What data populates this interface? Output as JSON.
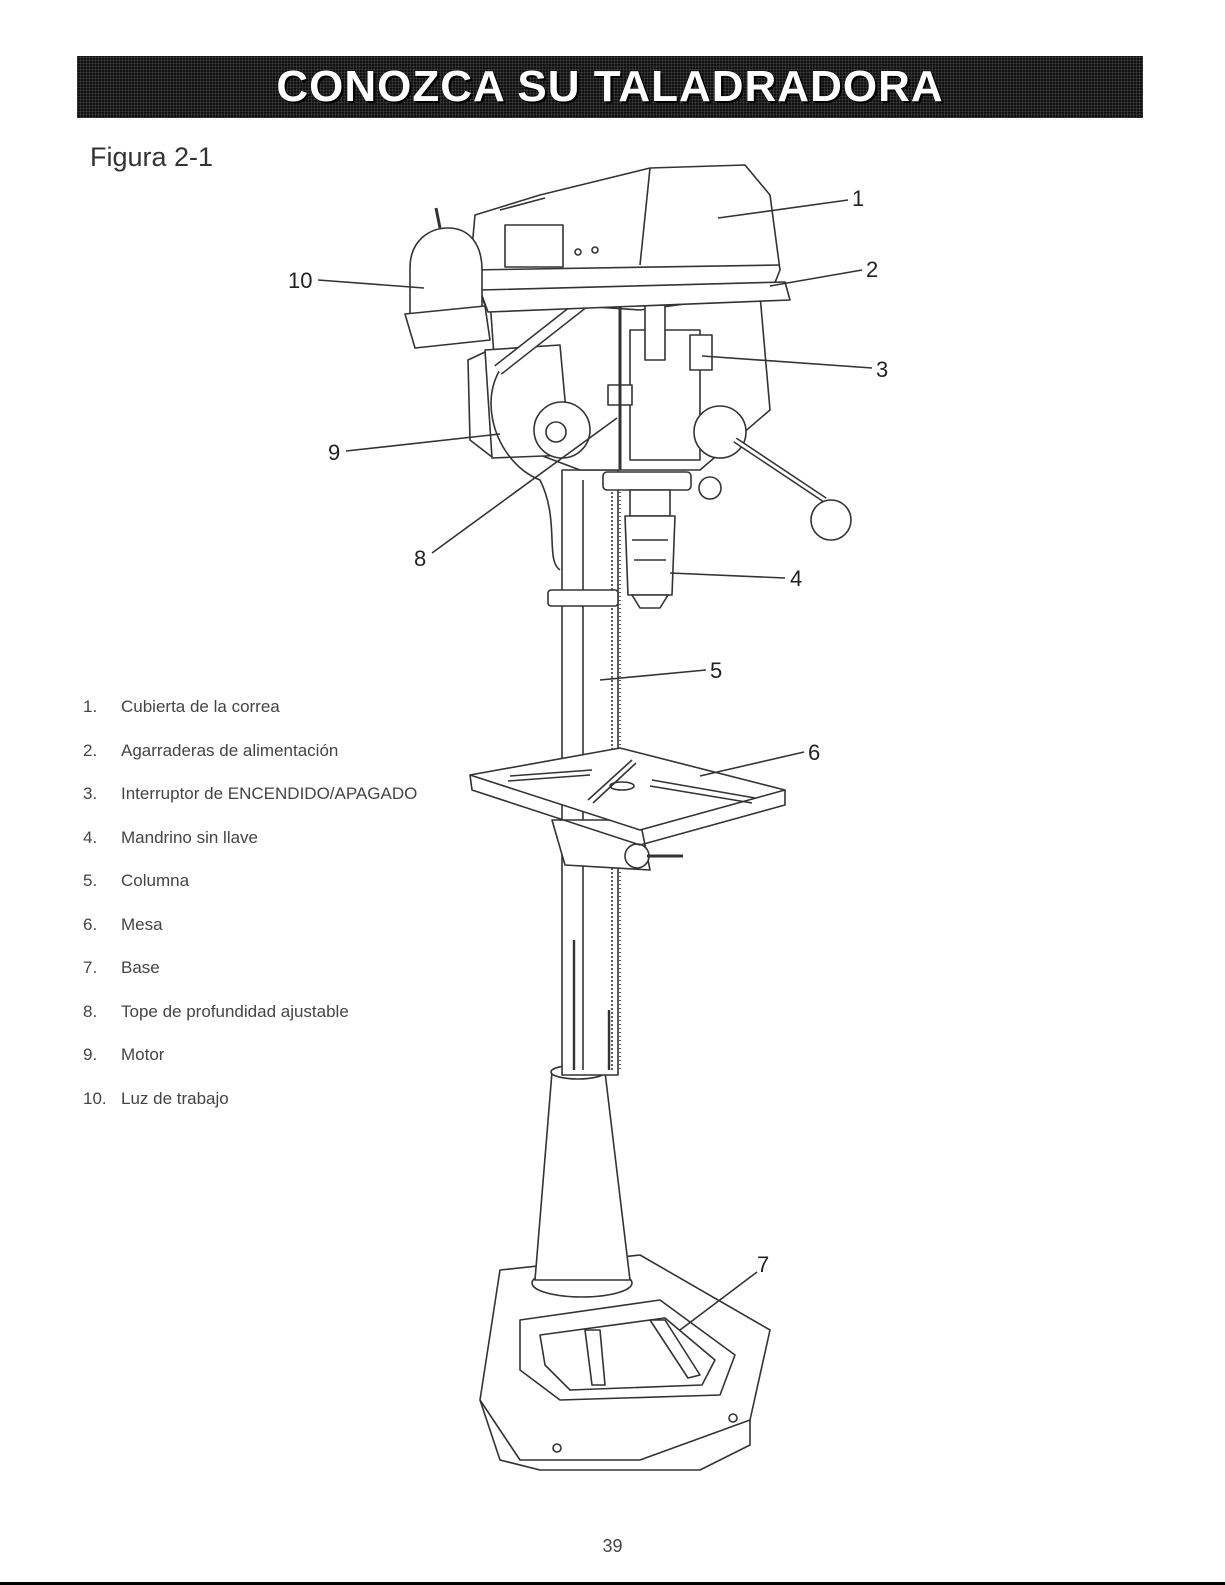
{
  "header": {
    "title": "CONOZCA SU TALADRADORA"
  },
  "figure": {
    "label": "Figura 2-1"
  },
  "callouts": [
    "1",
    "2",
    "3",
    "4",
    "5",
    "6",
    "7",
    "8",
    "9",
    "10"
  ],
  "parts": [
    {
      "num": "1.",
      "label": "Cubierta de la correa"
    },
    {
      "num": "2.",
      "label": "Agarraderas de alimentación"
    },
    {
      "num": "3.",
      "label": "Interruptor de ENCENDIDO/APAGADO"
    },
    {
      "num": "4.",
      "label": "Mandrino sin llave"
    },
    {
      "num": "5.",
      "label": "Columna"
    },
    {
      "num": "6.",
      "label": "Mesa"
    },
    {
      "num": "7.",
      "label": "Base"
    },
    {
      "num": "8.",
      "label": "Tope de profundidad ajustable"
    },
    {
      "num": "9.",
      "label": "Motor"
    },
    {
      "num": "10.",
      "label": "Luz de trabajo"
    }
  ],
  "footer": {
    "page_number": "39"
  }
}
